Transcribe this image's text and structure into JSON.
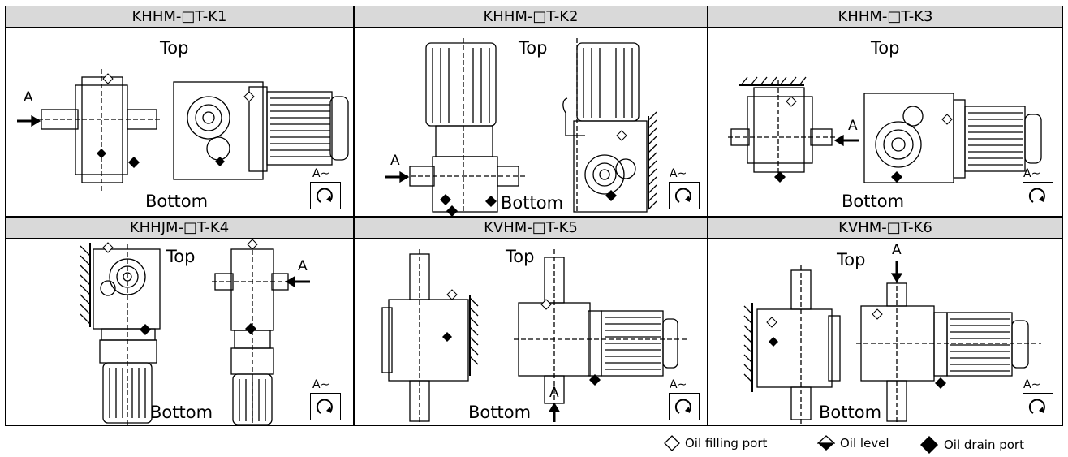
{
  "cells": [
    {
      "title": "KHHM-□T-K1",
      "top": "Top",
      "bottom": "Bottom",
      "rot": "A∼",
      "arrow": "A"
    },
    {
      "title": "KHHM-□T-K2",
      "top": "Top",
      "bottom": "Bottom",
      "rot": "A∼",
      "arrow": "A"
    },
    {
      "title": "KHHM-□T-K3",
      "top": "Top",
      "bottom": "Bottom",
      "rot": "A∼",
      "arrow": "A"
    },
    {
      "title": "KHHJM-□T-K4",
      "top": "Top",
      "bottom": "Bottom",
      "rot": "A∼",
      "arrow": "A"
    },
    {
      "title": "KVHM-□T-K5",
      "top": "Top",
      "bottom": "Bottom",
      "rot": "A∼",
      "arrow": "A"
    },
    {
      "title": "KVHM-□T-K6",
      "top": "Top",
      "bottom": "Bottom",
      "rot": "A∼",
      "arrow": "A"
    }
  ],
  "legend": {
    "filling": "Oil filling port",
    "level": "Oil level",
    "drain": "Oil drain port"
  }
}
